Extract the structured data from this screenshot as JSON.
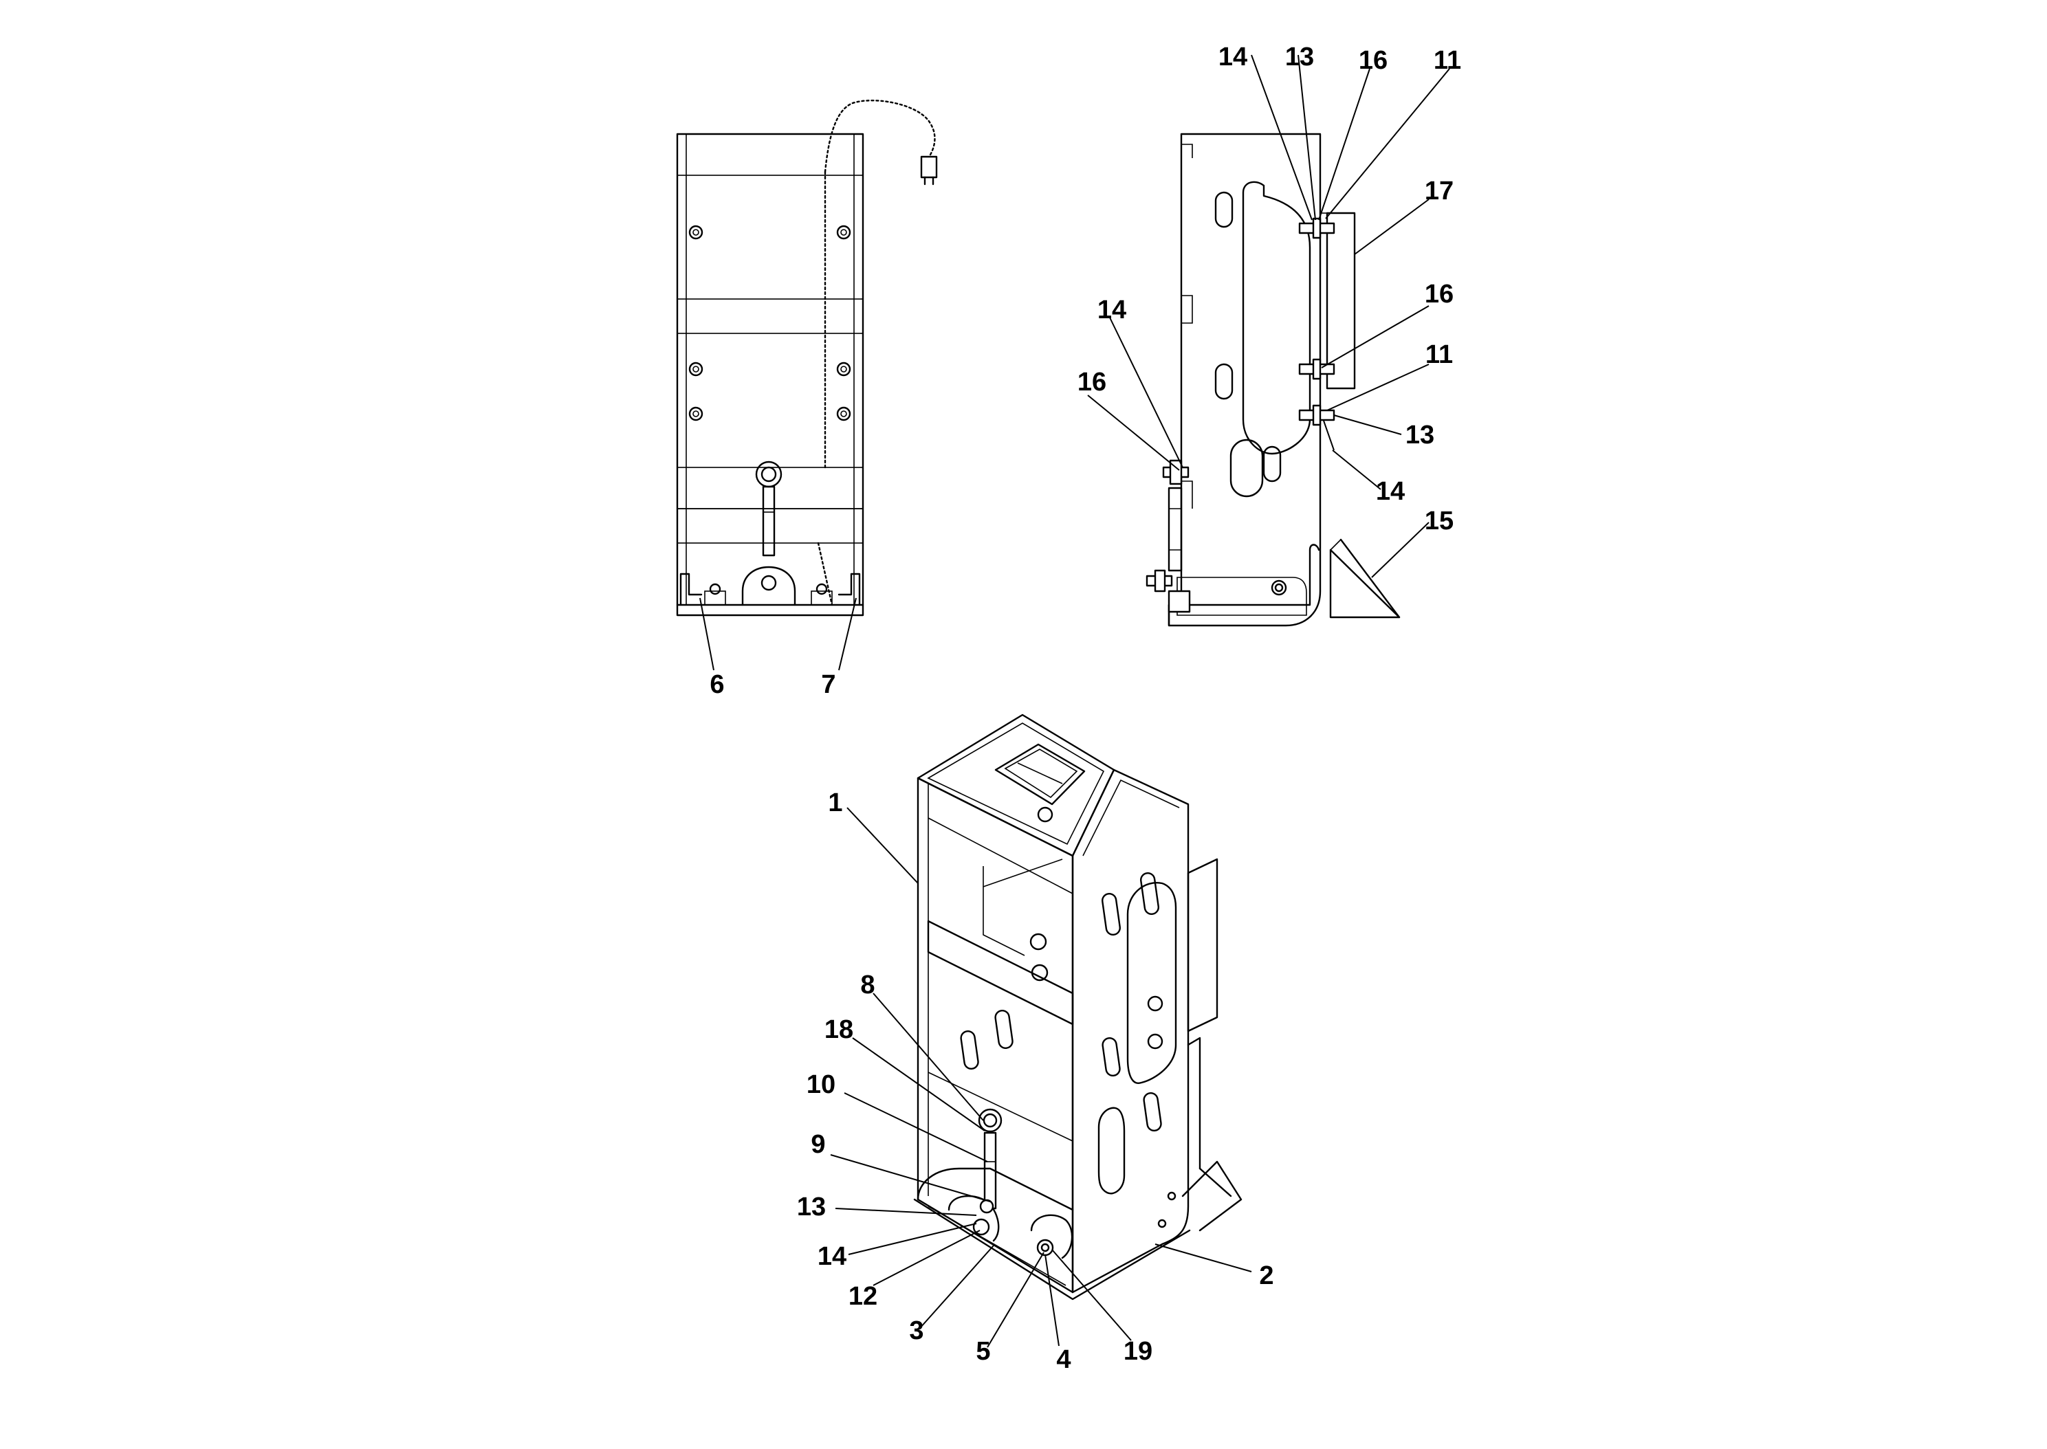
{
  "callouts": {
    "front_view": [
      "6",
      "7"
    ],
    "side_view": [
      "14",
      "13",
      "16",
      "11",
      "17",
      "14",
      "16",
      "16",
      "11",
      "13",
      "14",
      "15"
    ],
    "iso_view": [
      "1",
      "8",
      "18",
      "10",
      "9",
      "13",
      "14",
      "12",
      "3",
      "5",
      "4",
      "19",
      "2"
    ]
  }
}
